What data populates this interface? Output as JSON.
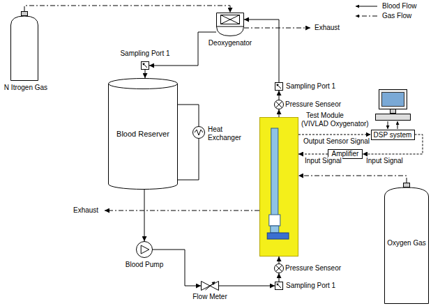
{
  "diagram": {
    "nodes": [
      {
        "text": [
          "N Itrogen Gas"
        ]
      },
      {
        "text": [
          "Deoxygenator"
        ]
      },
      {
        "text": [
          "Sampling Port 1"
        ]
      },
      {
        "text": [
          "Sampling Port 1"
        ]
      },
      {
        "text": [
          "Blood Reserver"
        ]
      },
      {
        "text": [
          "Pressure Senseor"
        ]
      },
      {
        "text": [
          "Test Module (VIVLAD Oxygenator)"
        ]
      },
      {
        "text": [
          "DSP system"
        ]
      },
      {
        "text": [
          "Heat Exchanger"
        ]
      },
      {
        "text": [
          "Amplifier"
        ]
      },
      {
        "text": [
          "Oxygen Gas"
        ]
      },
      {
        "text": [
          "Blood Pump"
        ]
      },
      {
        "text": [
          "Pressure Senseor"
        ]
      },
      {
        "text": [
          "Sampling Port 1"
        ]
      },
      {
        "text": [
          "Flow Meter"
        ]
      }
    ],
    "edges": [
      {
        "from": 0,
        "to": 1,
        "arrow": "to"
      },
      {
        "from": 1,
        "to": 2,
        "arrow": "to"
      },
      {
        "from": 2,
        "to": 4,
        "arrow": "to"
      },
      {
        "from": 4,
        "to": 8,
        "arrow": "none"
      },
      {
        "from": 8,
        "to": 4,
        "arrow": "none"
      },
      {
        "from": 4,
        "to": 11,
        "arrow": "to"
      },
      {
        "from": 11,
        "to": 14,
        "arrow": "to"
      },
      {
        "from": 14,
        "to": 13,
        "arrow": "to"
      },
      {
        "from": 13,
        "to": 12,
        "arrow": "to"
      },
      {
        "from": 12,
        "to": 6,
        "arrow": "to"
      },
      {
        "from": 6,
        "to": 5,
        "arrow": "to"
      },
      {
        "from": 5,
        "to": 3,
        "arrow": "to"
      },
      {
        "from": 3,
        "to": 1,
        "arrow": "to"
      },
      {
        "from": 6,
        "to": 7,
        "label": "Output Sensor Signal",
        "arrow": "to"
      },
      {
        "from": 7,
        "to": 9,
        "label": "Input Signal",
        "arrow": "to"
      },
      {
        "from": 9,
        "to": 6,
        "label": "Input Signal",
        "arrow": "to"
      },
      {
        "from": 10,
        "to": 6,
        "arrow": "to"
      }
    ],
    "labels": [
      "Exhaust",
      "Exhaust"
    ],
    "legend": [
      {
        "text": "Blood Flow"
      },
      {
        "text": "Gas Flow"
      }
    ]
  }
}
